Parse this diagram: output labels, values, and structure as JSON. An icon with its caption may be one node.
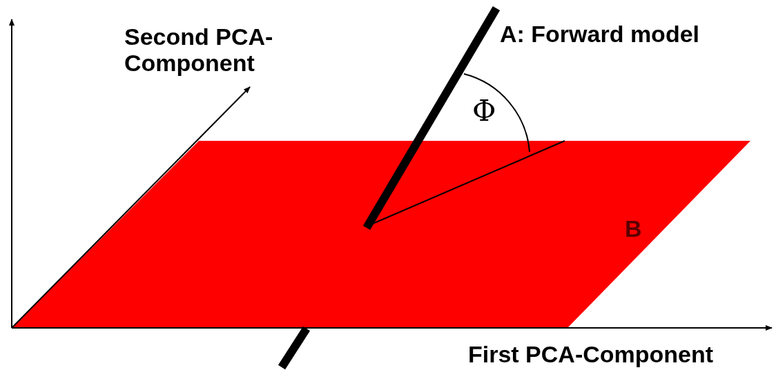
{
  "diagram": {
    "nodes": [
      {
        "text": [
          "B"
        ]
      }
    ],
    "labels": [
      "Second PCA-Component",
      "A: Forward model",
      "Φ",
      "First PCA-Component"
    ]
  }
}
